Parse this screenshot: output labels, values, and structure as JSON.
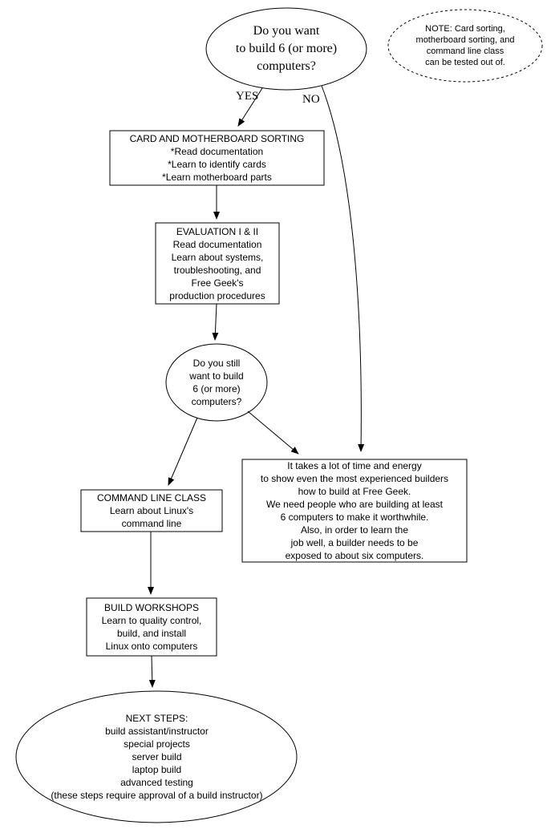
{
  "colors": {
    "background": "#ffffff",
    "stroke": "#000000",
    "text": "#000000"
  },
  "nodes": {
    "start": {
      "type": "ellipse",
      "lines": [
        "Do you want",
        "to build 6 (or more)",
        "computers?"
      ]
    },
    "note": {
      "type": "dashed-ellipse",
      "lines": [
        "NOTE: Card sorting,",
        "motherboard sorting, and",
        "command line class",
        "can be tested out of."
      ]
    },
    "card_sorting": {
      "type": "box",
      "lines": [
        "CARD AND MOTHERBOARD SORTING",
        "*Read documentation",
        "*Learn to identify cards",
        "*Learn motherboard parts"
      ]
    },
    "evaluation": {
      "type": "box",
      "lines": [
        "EVALUATION I & II",
        "Read documentation",
        "Learn about systems,",
        "troubleshooting, and",
        "Free Geek's",
        "production procedures"
      ]
    },
    "still_want": {
      "type": "ellipse",
      "lines": [
        "Do you still",
        "want to build",
        "6 (or more)",
        "computers?"
      ]
    },
    "command_line": {
      "type": "box",
      "lines": [
        "COMMAND LINE CLASS",
        "Learn about Linux's",
        "command line"
      ]
    },
    "time_energy": {
      "type": "box",
      "lines": [
        "It takes a lot of time and energy",
        "to show even the most experienced builders",
        "how to build at Free Geek.",
        "We need people who are building at least",
        "6 computers to make it worthwhile.",
        "Also, in order to learn the",
        "job well, a builder needs to be",
        "exposed to about six computers."
      ]
    },
    "build_workshops": {
      "type": "box",
      "lines": [
        "BUILD WORKSHOPS",
        "Learn to quality control,",
        "build, and install",
        "Linux onto computers"
      ]
    },
    "next_steps": {
      "type": "ellipse",
      "lines": [
        "NEXT STEPS:",
        "build assistant/instructor",
        "special projects",
        "server build",
        "laptop build",
        "advanced testing",
        "(these steps require approval of a build instructor)"
      ]
    }
  },
  "edges": [
    {
      "from": "start",
      "to": "card_sorting",
      "label": "YES"
    },
    {
      "from": "start",
      "to": "time_energy",
      "label": "NO"
    },
    {
      "from": "card_sorting",
      "to": "evaluation",
      "label": ""
    },
    {
      "from": "evaluation",
      "to": "still_want",
      "label": ""
    },
    {
      "from": "still_want",
      "to": "command_line",
      "label": ""
    },
    {
      "from": "still_want",
      "to": "time_energy",
      "label": ""
    },
    {
      "from": "command_line",
      "to": "build_workshops",
      "label": ""
    },
    {
      "from": "build_workshops",
      "to": "next_steps",
      "label": ""
    }
  ]
}
